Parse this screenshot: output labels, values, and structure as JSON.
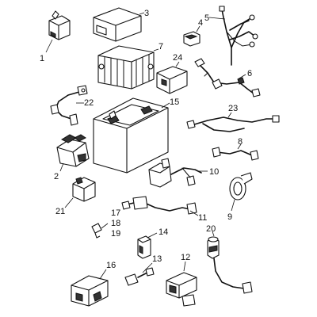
{
  "callouts": {
    "c1": "1",
    "c2": "2",
    "c3": "3",
    "c4": "4",
    "c5": "5",
    "c6": "6",
    "c7": "7",
    "c8": "8",
    "c9": "9",
    "c10": "10",
    "c11": "11",
    "c12": "12",
    "c13": "13",
    "c14": "14",
    "c15": "15",
    "c16": "16",
    "c17": "17",
    "c18": "18",
    "c19": "19",
    "c20": "20",
    "c21": "21",
    "c22": "22",
    "c23": "23",
    "c24": "24"
  },
  "colors": {
    "ink": "#111111",
    "paper": "#ffffff"
  }
}
